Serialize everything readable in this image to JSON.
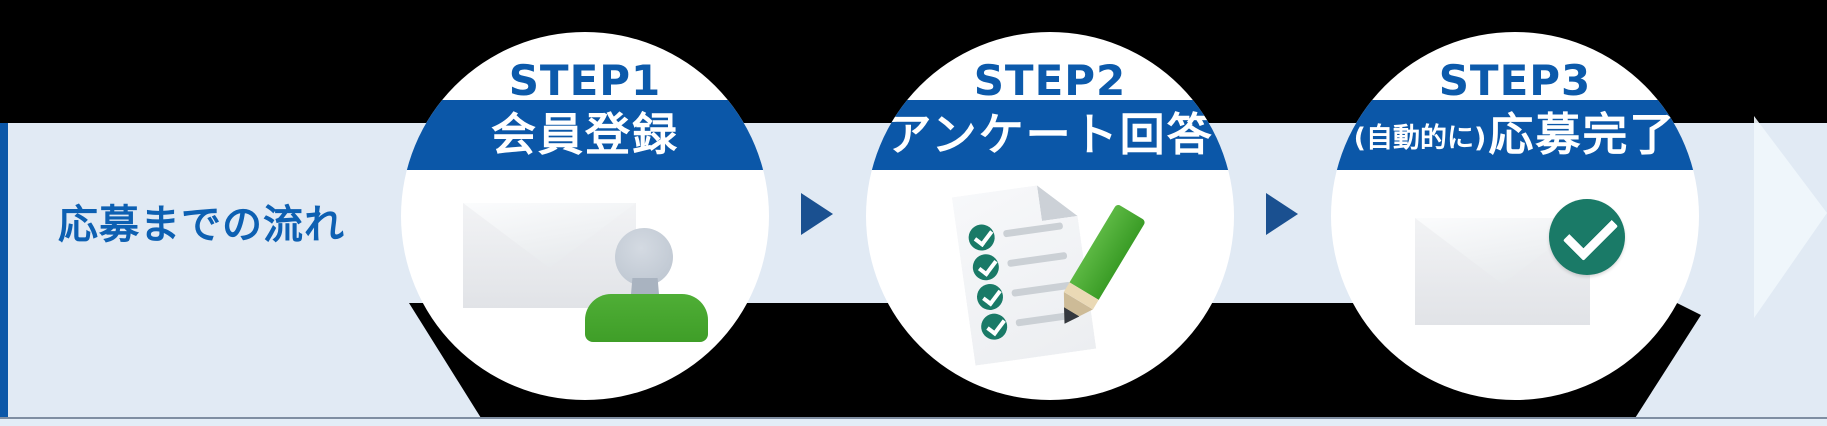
{
  "page": {
    "title": "応募までの流れ"
  },
  "steps": [
    {
      "step_label": "STEP1",
      "caption": "会員登録",
      "icon": "envelope-person-icon"
    },
    {
      "step_label": "STEP2",
      "caption": "アンケート回答",
      "icon": "survey-pencil-icon"
    },
    {
      "step_label": "STEP3",
      "caption_prefix": "(自動的に)",
      "caption": "応募完了",
      "icon": "envelope-check-icon"
    }
  ],
  "flow": {
    "connector": "right-triangle-arrow",
    "end_marker": "right-chevron"
  },
  "colors": {
    "band_light_blue": "#e1eaf4",
    "accent_blue": "#0b57a8",
    "step_text_blue": "#0c5aab",
    "title_blue": "#0d60b2",
    "connector_blue": "#1a5090",
    "person_green": "#43a62e",
    "check_teal": "#1a7a67",
    "background": "#000000"
  }
}
